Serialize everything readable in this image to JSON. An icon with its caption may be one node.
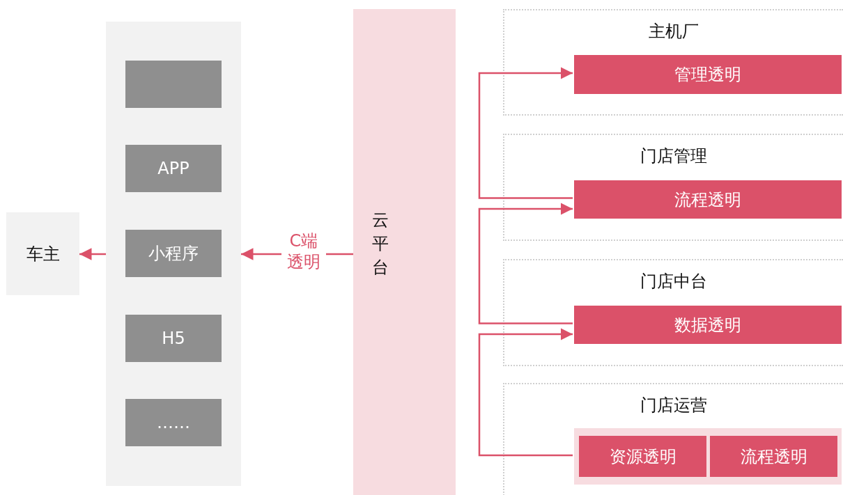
{
  "diagram": {
    "nodes": [
      {
        "text": [
          "车主"
        ]
      },
      {
        "text": [],
        "shape": "box"
      },
      {
        "text": [],
        "shape": "box",
        "in": 1
      },
      {
        "text": [
          "APP"
        ],
        "in": 1
      },
      {
        "text": [
          "小程序"
        ],
        "in": 1
      },
      {
        "text": [
          "H5"
        ],
        "in": 1
      },
      {
        "text": [
          "……"
        ],
        "in": 1
      },
      {
        "text": [
          "云平台"
        ]
      },
      {
        "text": [
          "主机厂"
        ]
      },
      {
        "text": [
          "管理透明"
        ],
        "in": 8
      },
      {
        "text": [
          "门店管理"
        ]
      },
      {
        "text": [
          "流程透明"
        ],
        "in": 10
      },
      {
        "text": [
          "门店中台"
        ]
      },
      {
        "text": [
          "数据透明"
        ],
        "in": 12
      },
      {
        "text": [
          "门店运营"
        ]
      },
      {
        "text": [],
        "shape": "box",
        "in": 14
      },
      {
        "text": [
          "资源透明"
        ],
        "in": 15
      },
      {
        "text": [
          "流程透明"
        ],
        "in": 15
      }
    ],
    "edges": [
      {
        "from": 7,
        "to": 1,
        "arrow": "to",
        "label": "C端透明"
      },
      {
        "from": 1,
        "to": 0,
        "arrow": "to"
      },
      {
        "from": 11,
        "to": 9,
        "arrow": "to"
      },
      {
        "from": 13,
        "to": 11,
        "arrow": "to"
      },
      {
        "from": 15,
        "to": 13,
        "arrow": "to"
      }
    ]
  }
}
